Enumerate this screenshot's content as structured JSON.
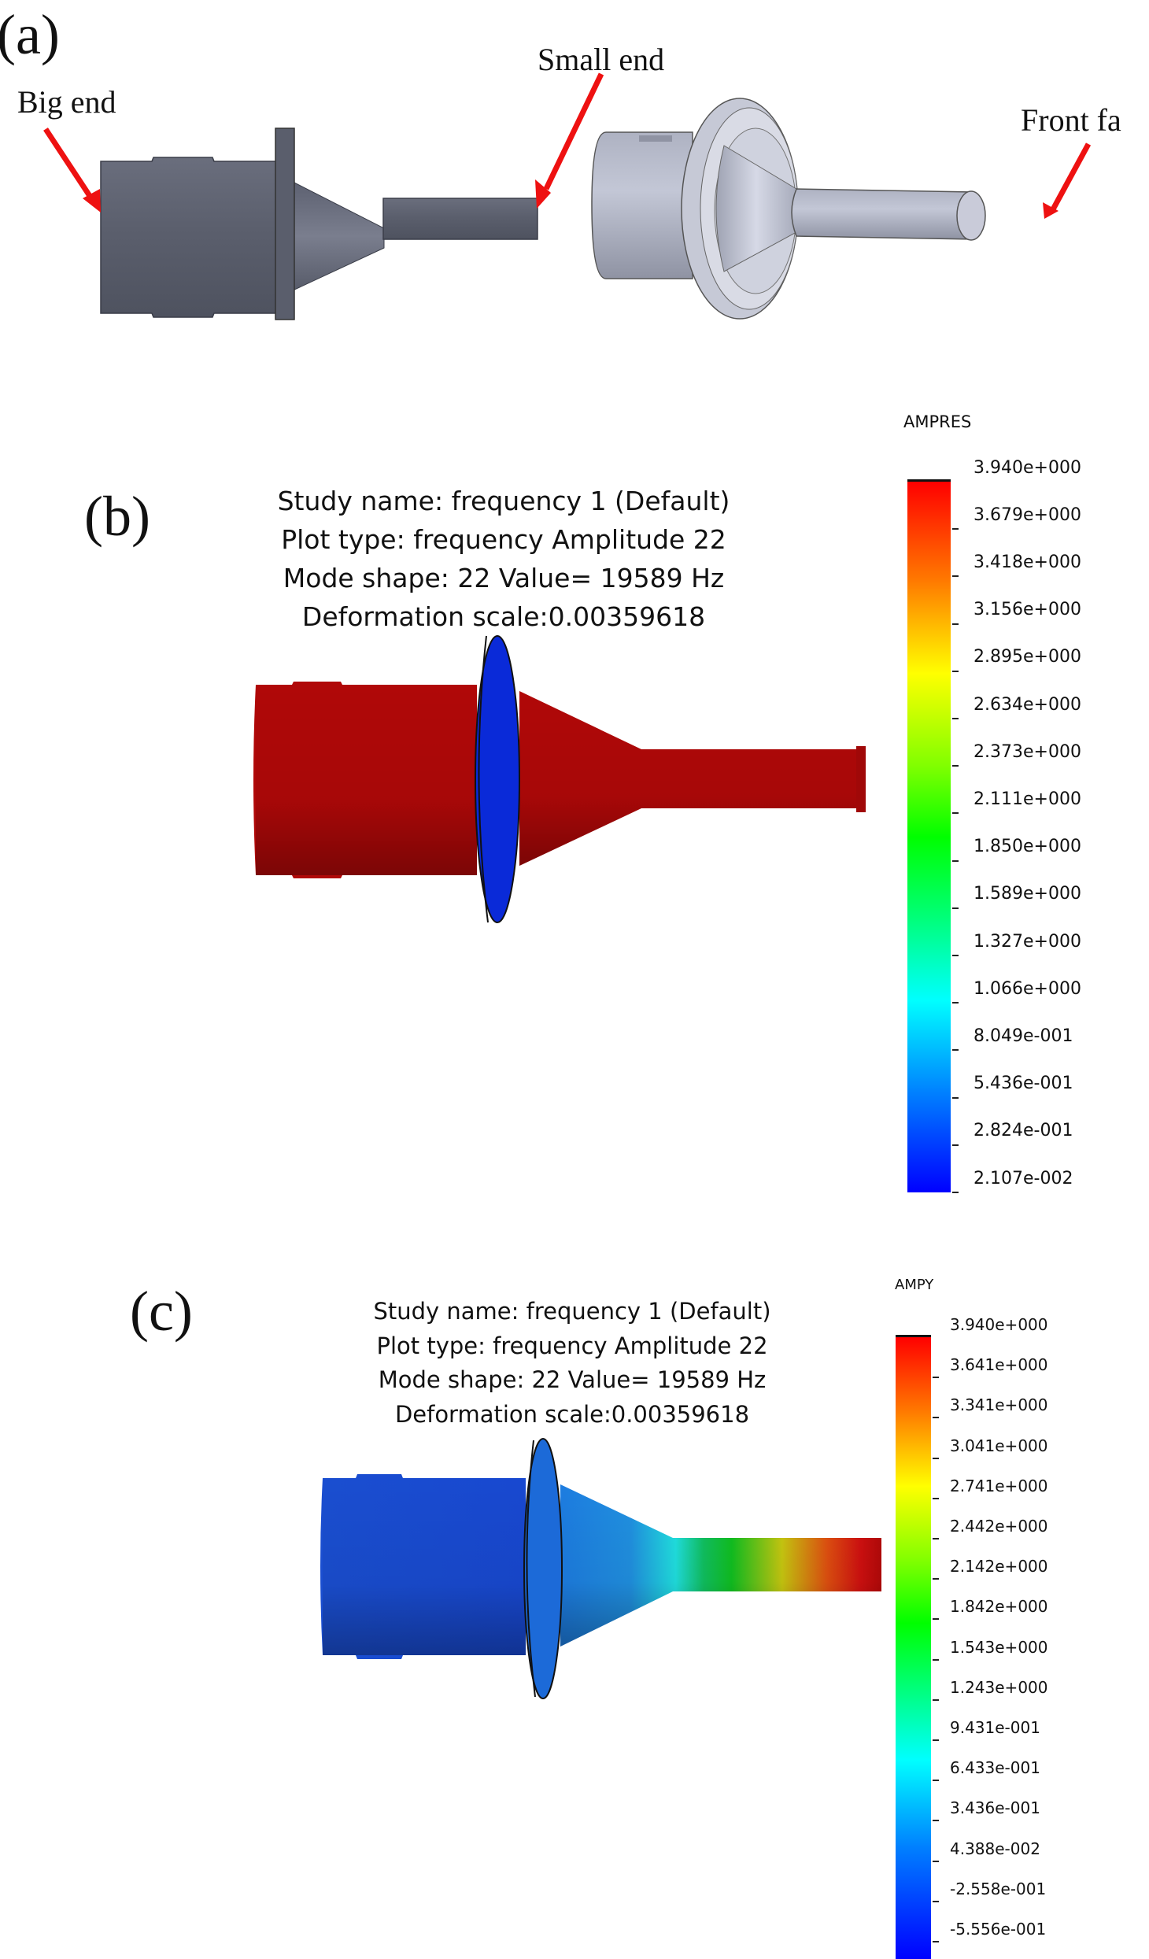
{
  "figure": {
    "panel_a": {
      "label": "(a)",
      "callouts": {
        "big_end": "Big end",
        "small_end": "Small end",
        "front_face": "Front fa"
      },
      "colors": {
        "arrow": "#ee1111",
        "body_dark": "#5d6170",
        "body_light": "#b8bccb"
      }
    },
    "panel_b": {
      "label": "(b)",
      "info": {
        "study_name": "Study name: frequency 1 (Default)",
        "plot_type": "Plot type: frequency Amplitude 22",
        "mode_shape": "Mode shape: 22 Value= 19589 Hz",
        "deformation_scale": "Deformation scale:0.00359618"
      },
      "legend": {
        "title": "AMPRES",
        "ticks": [
          "3.940e+000",
          "3.679e+000",
          "3.418e+000",
          "3.156e+000",
          "2.895e+000",
          "2.634e+000",
          "2.373e+000",
          "2.111e+000",
          "1.850e+000",
          "1.589e+000",
          "1.327e+000",
          "1.066e+000",
          "8.049e-001",
          "5.436e-001",
          "2.824e-001",
          "2.107e-002"
        ]
      }
    },
    "panel_c": {
      "label": "(c)",
      "info": {
        "study_name": "Study name: frequency 1 (Default)",
        "plot_type": "Plot type: frequency Amplitude 22",
        "mode_shape": "Mode shape: 22 Value= 19589 Hz",
        "deformation_scale": "Deformation scale:0.00359618"
      },
      "legend": {
        "title": "AMPY",
        "ticks": [
          "3.940e+000",
          "3.641e+000",
          "3.341e+000",
          "3.041e+000",
          "2.741e+000",
          "2.442e+000",
          "2.142e+000",
          "1.842e+000",
          "1.543e+000",
          "1.243e+000",
          "9.431e-001",
          "6.433e-001",
          "3.436e-001",
          "4.388e-002",
          "-2.558e-001",
          "-5.556e-001"
        ]
      }
    },
    "colormap": [
      "#0000ff",
      "#0080ff",
      "#00ffff",
      "#00ff80",
      "#00ff00",
      "#80ff00",
      "#ffff00",
      "#ff8000",
      "#ff0000"
    ]
  }
}
